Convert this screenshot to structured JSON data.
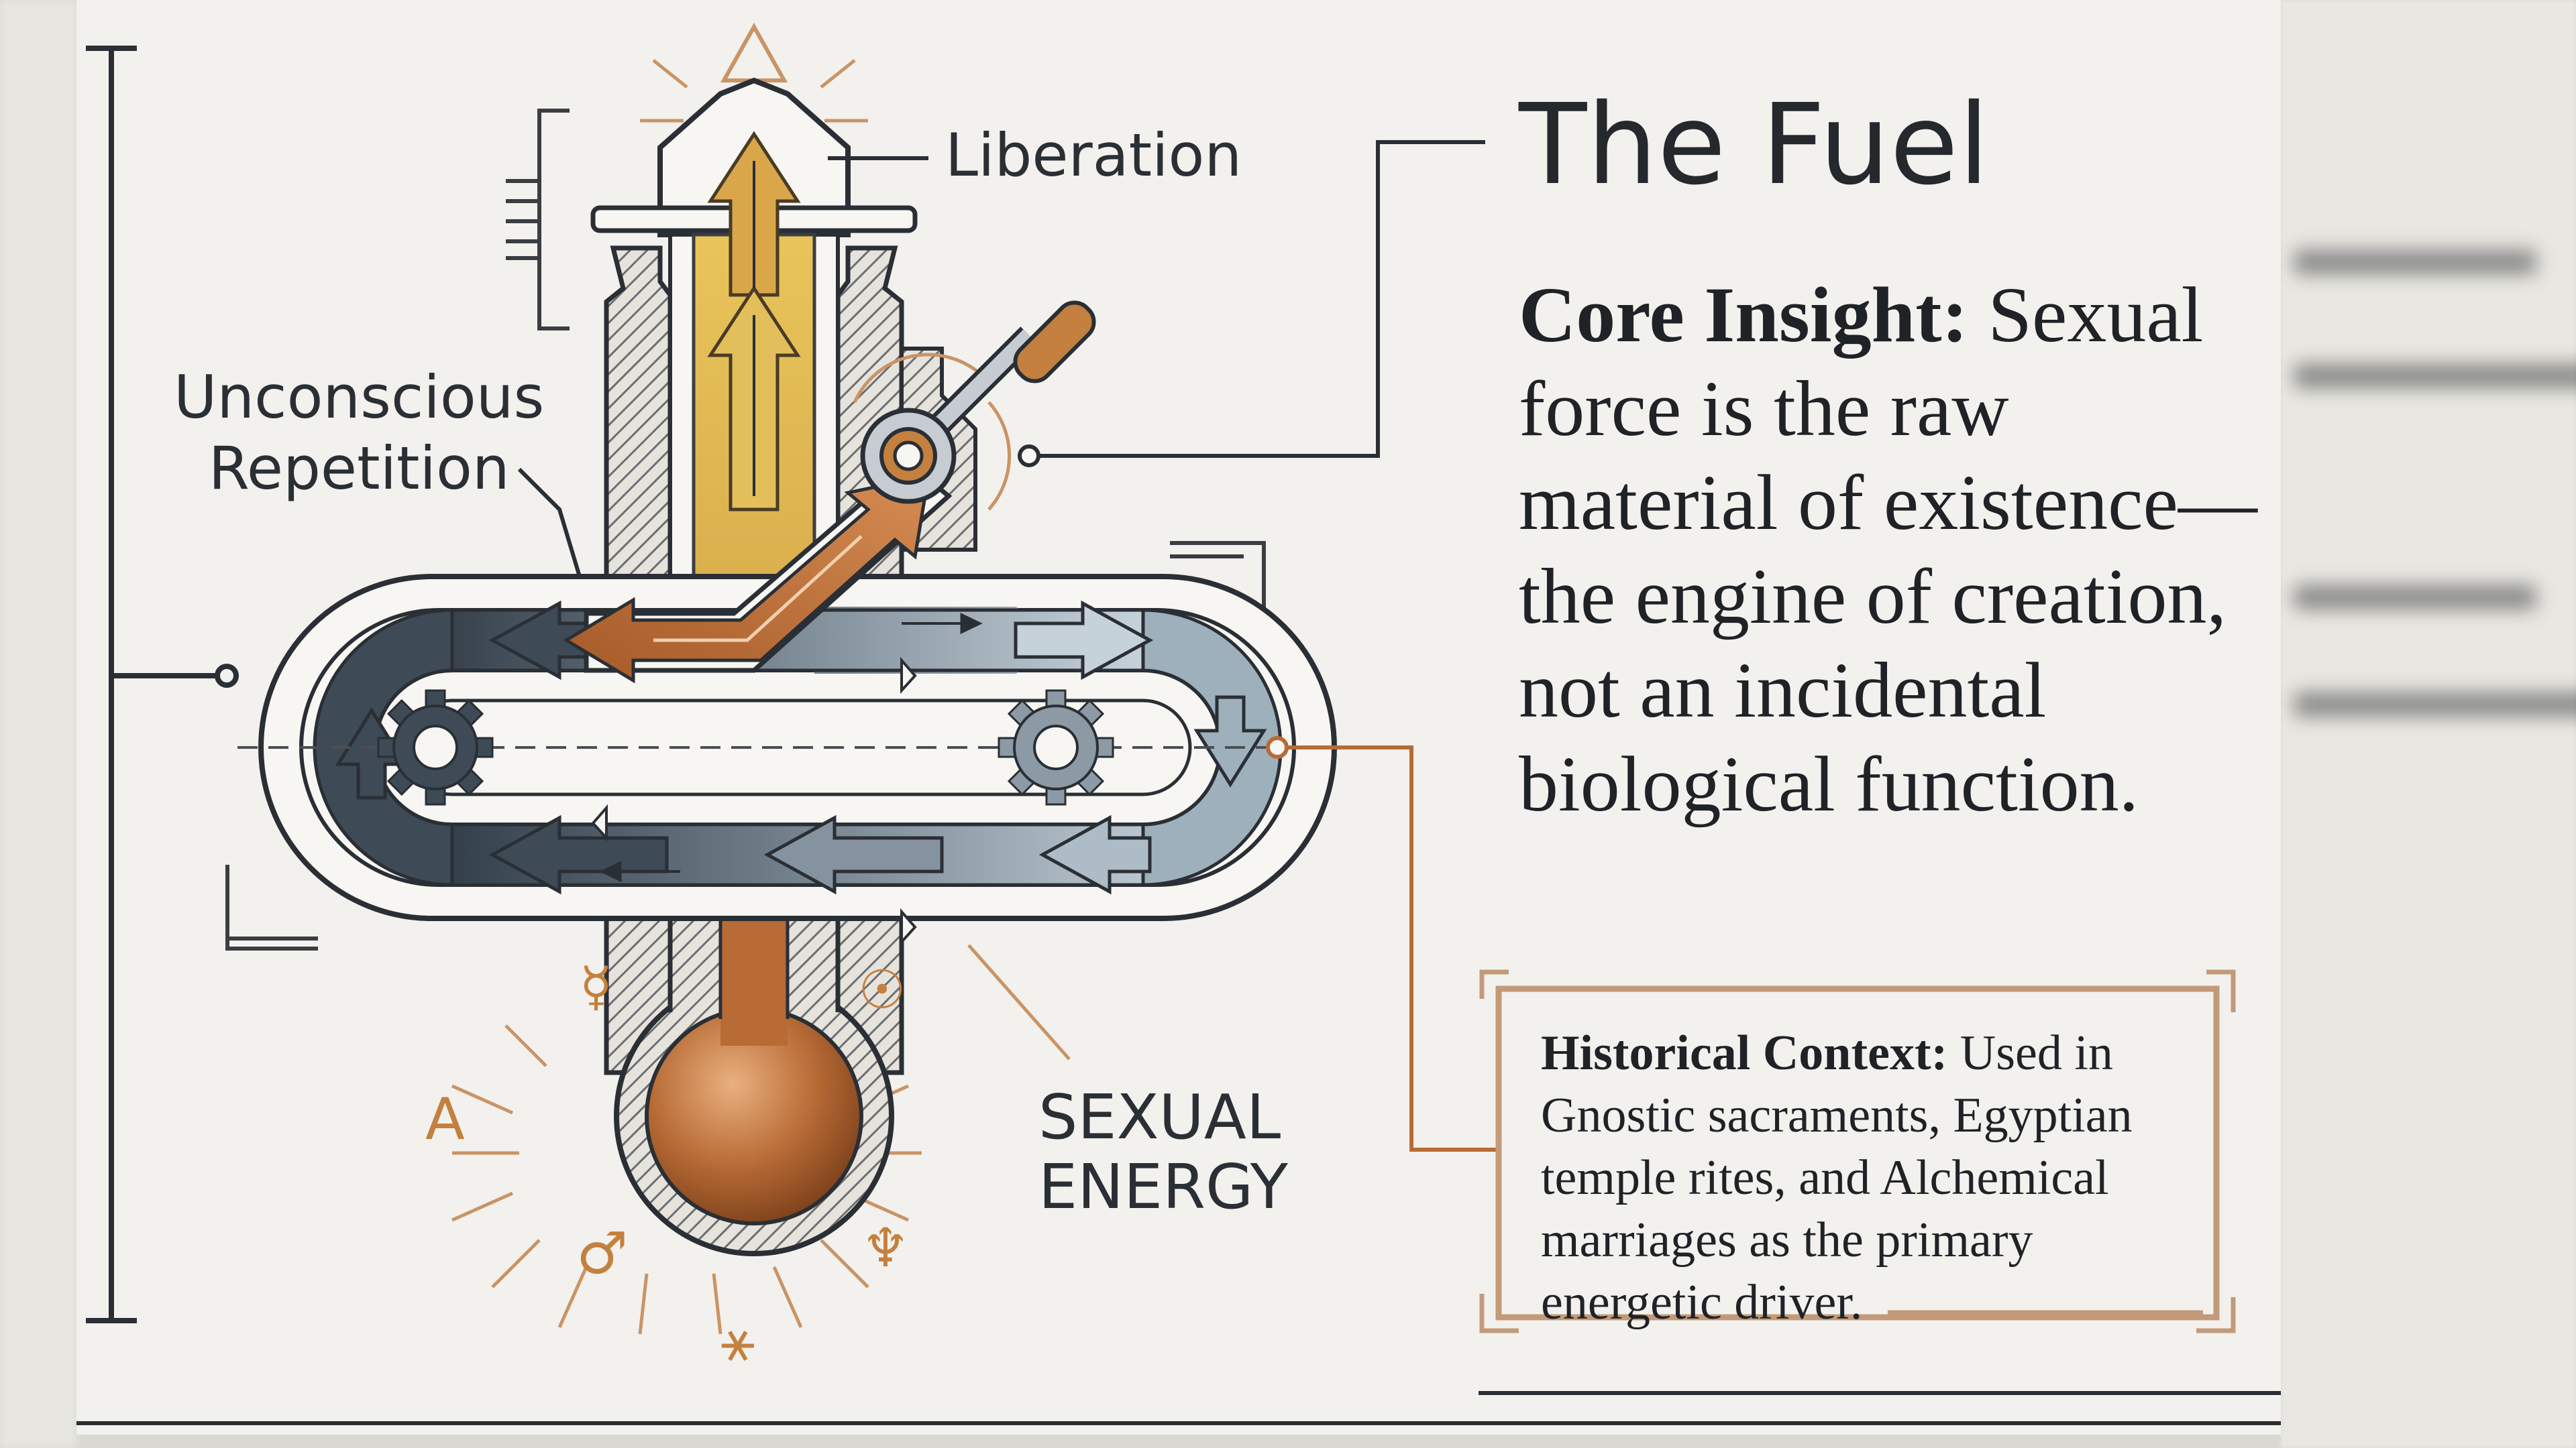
{
  "slide": {
    "title": "The Fuel",
    "core_insight": {
      "lead": "Core Insight:",
      "text": " Sexual force is the raw material of existence—the engine of creation, not an incidental biological function."
    },
    "historical_context": {
      "lead": "Historical Context:",
      "text": " Used in Gnostic sacraments, Egyptian temple rites, and Alchemical marriages as the primary energetic driver."
    }
  },
  "diagram": {
    "labels": {
      "liberation": "Liberation",
      "unconscious_repetition": "Unconscious\nRepetition",
      "sexual_energy": "SEXUAL\nENERGY"
    },
    "symbols": {
      "mercury": "☿",
      "sun": "☉",
      "alpha": "A",
      "mars": "♂",
      "neptune": "♆",
      "star": "⚹"
    },
    "icons": [
      "gear-icon",
      "arrow-icon",
      "lever-icon",
      "flask-icon"
    ],
    "colors": {
      "copper": "#b86b35",
      "gold": "#d9b24a",
      "steel_dark": "#3e4a56",
      "steel_light": "#b9c6d0",
      "ink": "#2a2f35",
      "frame": "#c29a7a"
    }
  }
}
